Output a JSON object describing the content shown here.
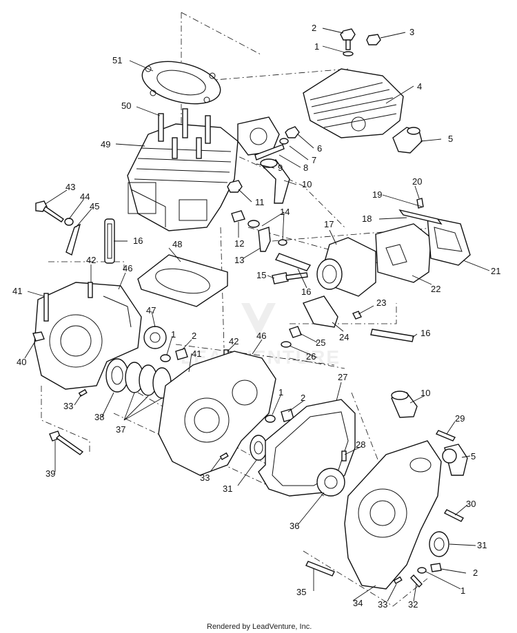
{
  "footer": "Rendered by LeadVenture, Inc.",
  "watermark": "LEADVENTURE",
  "callouts": [
    {
      "id": "c1a",
      "label": "1"
    },
    {
      "id": "c2a",
      "label": "2"
    },
    {
      "id": "c3",
      "label": "3"
    },
    {
      "id": "c4",
      "label": "4"
    },
    {
      "id": "c5a",
      "label": "5"
    },
    {
      "id": "c6",
      "label": "6"
    },
    {
      "id": "c7",
      "label": "7"
    },
    {
      "id": "c8",
      "label": "8"
    },
    {
      "id": "c9",
      "label": "9"
    },
    {
      "id": "c10a",
      "label": "10"
    },
    {
      "id": "c11",
      "label": "11"
    },
    {
      "id": "c12",
      "label": "12"
    },
    {
      "id": "c13",
      "label": "13"
    },
    {
      "id": "c14",
      "label": "14"
    },
    {
      "id": "c15",
      "label": "15"
    },
    {
      "id": "c16a",
      "label": "16"
    },
    {
      "id": "c16b",
      "label": "16"
    },
    {
      "id": "c16c",
      "label": "16"
    },
    {
      "id": "c17",
      "label": "17"
    },
    {
      "id": "c18",
      "label": "18"
    },
    {
      "id": "c19",
      "label": "19"
    },
    {
      "id": "c20",
      "label": "20"
    },
    {
      "id": "c21",
      "label": "21"
    },
    {
      "id": "c22",
      "label": "22"
    },
    {
      "id": "c23",
      "label": "23"
    },
    {
      "id": "c24",
      "label": "24"
    },
    {
      "id": "c25",
      "label": "25"
    },
    {
      "id": "c26",
      "label": "26"
    },
    {
      "id": "c27",
      "label": "27"
    },
    {
      "id": "c28",
      "label": "28"
    },
    {
      "id": "c29",
      "label": "29"
    },
    {
      "id": "c30",
      "label": "30"
    },
    {
      "id": "c31a",
      "label": "31"
    },
    {
      "id": "c31b",
      "label": "31"
    },
    {
      "id": "c32",
      "label": "32"
    },
    {
      "id": "c33a",
      "label": "33"
    },
    {
      "id": "c33b",
      "label": "33"
    },
    {
      "id": "c33c",
      "label": "33"
    },
    {
      "id": "c34",
      "label": "34"
    },
    {
      "id": "c35",
      "label": "35"
    },
    {
      "id": "c36",
      "label": "36"
    },
    {
      "id": "c37",
      "label": "37"
    },
    {
      "id": "c38",
      "label": "38"
    },
    {
      "id": "c39",
      "label": "39"
    },
    {
      "id": "c40",
      "label": "40"
    },
    {
      "id": "c41a",
      "label": "41"
    },
    {
      "id": "c41b",
      "label": "41"
    },
    {
      "id": "c42a",
      "label": "42"
    },
    {
      "id": "c42b",
      "label": "42"
    },
    {
      "id": "c43",
      "label": "43"
    },
    {
      "id": "c44",
      "label": "44"
    },
    {
      "id": "c45",
      "label": "45"
    },
    {
      "id": "c46a",
      "label": "46"
    },
    {
      "id": "c46b",
      "label": "46"
    },
    {
      "id": "c47",
      "label": "47"
    },
    {
      "id": "c48",
      "label": "48"
    },
    {
      "id": "c49",
      "label": "49"
    },
    {
      "id": "c50",
      "label": "50"
    },
    {
      "id": "c51",
      "label": "51"
    },
    {
      "id": "c1b",
      "label": "1"
    },
    {
      "id": "c2b",
      "label": "2"
    },
    {
      "id": "c10b",
      "label": "10"
    },
    {
      "id": "c5b",
      "label": "5"
    },
    {
      "id": "c2c",
      "label": "2"
    },
    {
      "id": "c1c",
      "label": "1"
    },
    {
      "id": "c1d",
      "label": "1"
    },
    {
      "id": "c2d",
      "label": "2"
    }
  ]
}
